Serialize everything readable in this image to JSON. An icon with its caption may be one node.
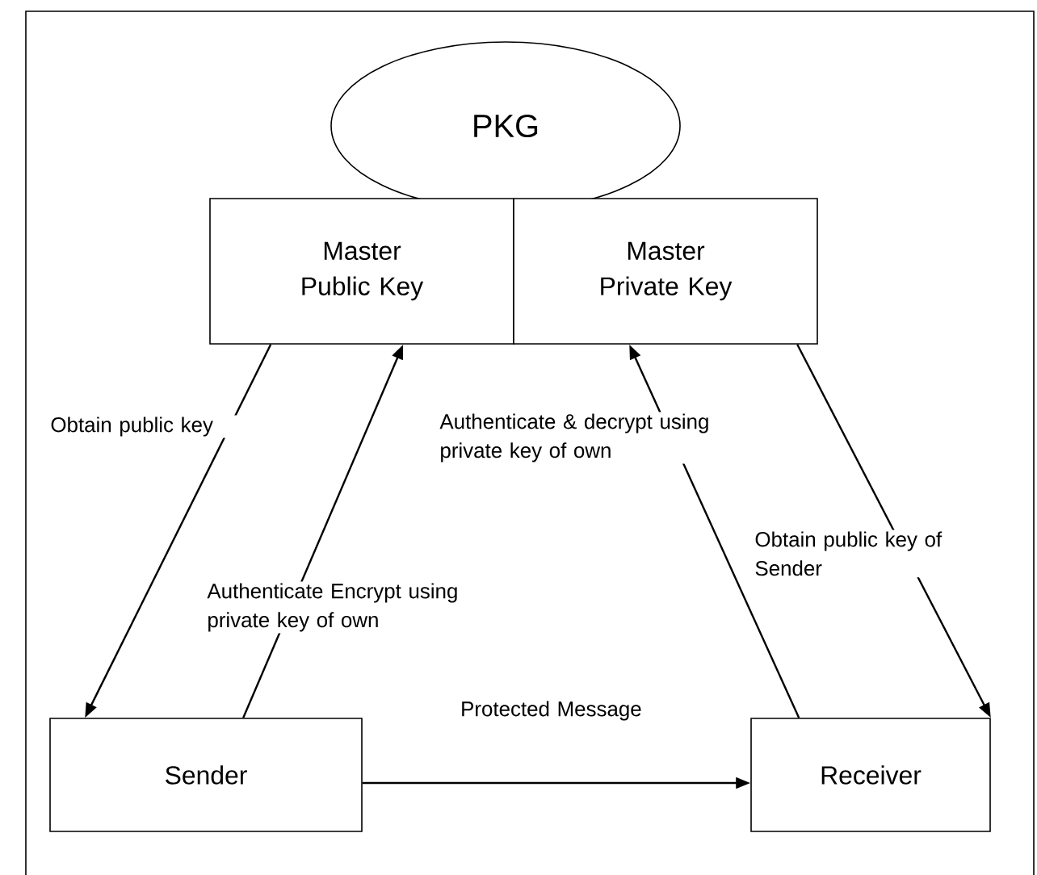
{
  "diagram": {
    "nodes": [
      {
        "text": [
          "PKG"
        ]
      },
      {
        "text": [
          "Master Public Key"
        ]
      },
      {
        "text": [
          "Master Private Key"
        ]
      },
      {
        "text": [
          "Sender"
        ]
      },
      {
        "text": [
          "Receiver"
        ]
      }
    ],
    "edges": [
      {
        "from": 1,
        "to": 3,
        "arrow": "to",
        "label": "Obtain public key"
      },
      {
        "from": 3,
        "to": 1,
        "arrow": "to",
        "label": "Authenticate Encrypt using private key of own"
      },
      {
        "from": 4,
        "to": 2,
        "arrow": "to",
        "label": "Authenticate & decrypt using private key of own"
      },
      {
        "from": 2,
        "to": 4,
        "arrow": "to",
        "label": "Obtain public key of Sender"
      },
      {
        "from": 3,
        "to": 4,
        "arrow": "to",
        "label": "Protected Message"
      }
    ]
  }
}
